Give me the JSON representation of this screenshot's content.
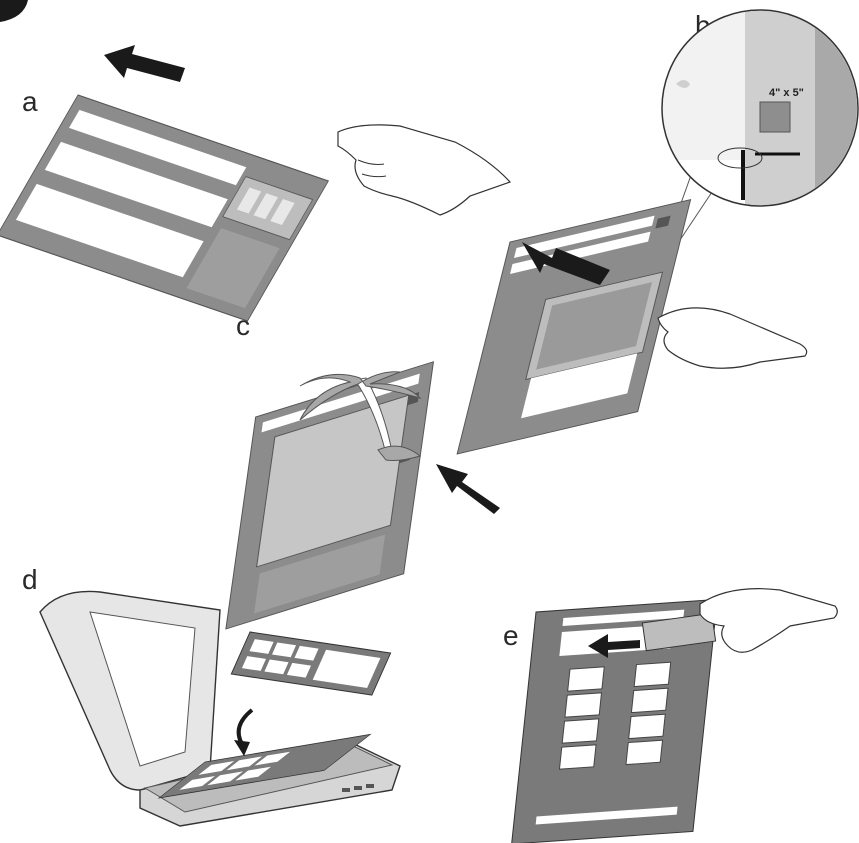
{
  "panels": {
    "a": {
      "label": "a"
    },
    "b": {
      "label": "b",
      "zoom_size_label": "4\" x 5\""
    },
    "c": {
      "label": "c"
    },
    "d": {
      "label": "d"
    },
    "e": {
      "label": "e"
    }
  },
  "colors": {
    "holder": "#8c8c8c",
    "holder_dark": "#6a6a6a",
    "window": "#ffffff",
    "slide": "#bdbdbd",
    "arrow": "#1a1a1a",
    "scanner_body": "#d9d9d9",
    "outline": "#333333"
  }
}
